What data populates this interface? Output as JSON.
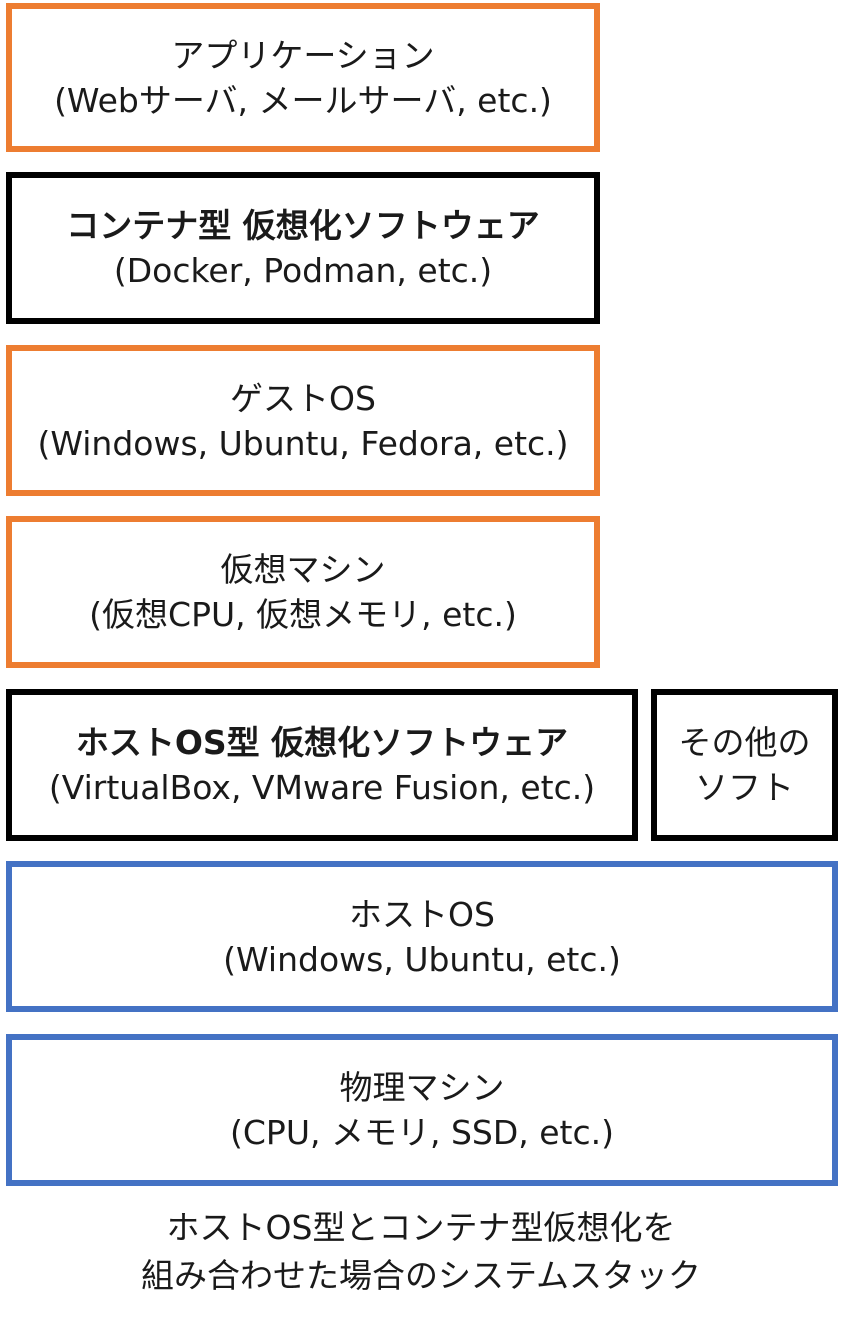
{
  "colors": {
    "orange": "#ED7D31",
    "black": "#000000",
    "blue": "#4472C4"
  },
  "layers": {
    "application": {
      "title": "アプリケーション",
      "subtitle": "(Webサーバ, メールサーバ, etc.)"
    },
    "container_software": {
      "title": "コンテナ型 仮想化ソフトウェア",
      "subtitle": "(Docker, Podman, etc.)"
    },
    "guest_os": {
      "title": "ゲストOS",
      "subtitle": "(Windows, Ubuntu, Fedora, etc.)"
    },
    "virtual_machine": {
      "title": "仮想マシン",
      "subtitle": "(仮想CPU, 仮想メモリ, etc.)"
    },
    "hosted_software": {
      "title": "ホストOS型 仮想化ソフトウェア",
      "subtitle": "(VirtualBox, VMware Fusion, etc.)"
    },
    "other_software": {
      "line1": "その他の",
      "line2": "ソフト"
    },
    "host_os": {
      "title": "ホストOS",
      "subtitle": "(Windows, Ubuntu, etc.)"
    },
    "physical_machine": {
      "title": "物理マシン",
      "subtitle": "(CPU, メモリ, SSD, etc.)"
    }
  },
  "caption": {
    "line1": "ホストOS型とコンテナ型仮想化を",
    "line2": "組み合わせた場合のシステムスタック"
  }
}
